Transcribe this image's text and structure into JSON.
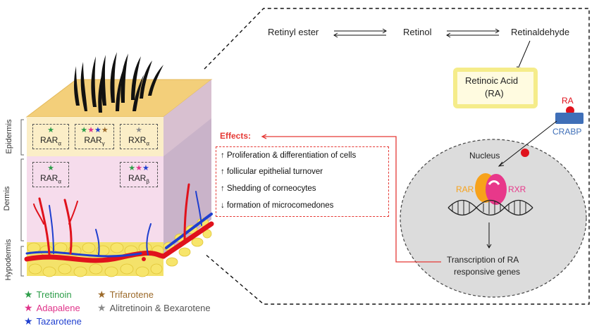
{
  "pathway": {
    "retinyl_ester": "Retinyl ester",
    "retinol": "Retinol",
    "retinaldehyde": "Retinaldehyde",
    "retinoic_acid_line1": "Retinoic Acid",
    "retinoic_acid_line2": "(RA)"
  },
  "layers": {
    "epidermis": "Epidermis",
    "dermis": "Dermis",
    "hypodermis": "Hypodermis"
  },
  "receptors": {
    "rar_alpha_epi": {
      "base": "RAR",
      "sub": "α"
    },
    "rar_gamma": {
      "base": "RAR",
      "sub": "γ"
    },
    "rxr_alpha": {
      "base": "RXR",
      "sub": "α"
    },
    "rar_alpha_derm": {
      "base": "RAR",
      "sub": "α"
    },
    "rar_beta": {
      "base": "RAR",
      "sub": "β"
    }
  },
  "star_glyph": "★",
  "effects": {
    "title": "Effects:",
    "items": [
      "↑ Proliferation & differentiation of cells",
      "↑ follicular epithelial turnover",
      "↑ Shedding of corneocytes",
      "↓ formation of microcomedones"
    ]
  },
  "cell": {
    "ra_label": "RA",
    "crabp_label": "CRABP",
    "nucleus_label": "Nucleus",
    "rar_label": "RAR",
    "rxr_label": "RXR",
    "transcription_line1": "Transcription of RA",
    "transcription_line2": "responsive genes"
  },
  "legend": [
    {
      "name": "Tretinoin",
      "color": "#2e9e4a"
    },
    {
      "name": "Adapalene",
      "color": "#e0338a"
    },
    {
      "name": "Tazarotene",
      "color": "#1f3fcf"
    },
    {
      "name": "Trifarotene",
      "color": "#9c6a2a"
    },
    {
      "name": "Alitretinoin & Bexarotene",
      "color": "#8c8c8c"
    }
  ],
  "colors": {
    "tretinoin": "#2e9e4a",
    "adapalene": "#e0338a",
    "tazarotene": "#1f3fcf",
    "trifarotene": "#9c6a2a",
    "alitretinoin": "#8c8c8c",
    "rar_orange": "#f7a21b",
    "rxr_pink": "#e8388a",
    "ra_red": "#e0121c",
    "crabp_blue": "#3f6fb8",
    "effects_red": "#e53935"
  }
}
